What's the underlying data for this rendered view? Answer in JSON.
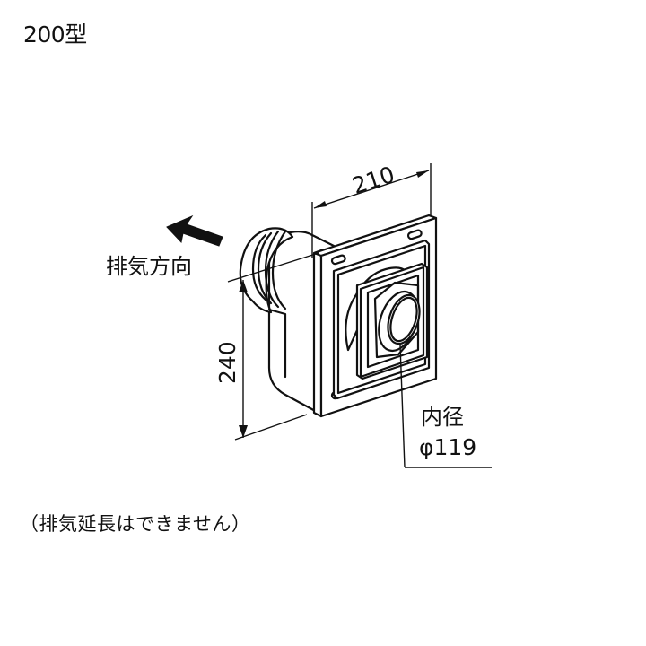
{
  "title": "200型",
  "labels": {
    "exhaust_direction": "排気方向",
    "inner_diameter_label": "内径",
    "inner_diameter_value": "φ119"
  },
  "dimensions": {
    "width": "210",
    "height": "240"
  },
  "footnote": "（排気延長はできません）",
  "colors": {
    "line": "#111111",
    "background": "#ffffff"
  }
}
